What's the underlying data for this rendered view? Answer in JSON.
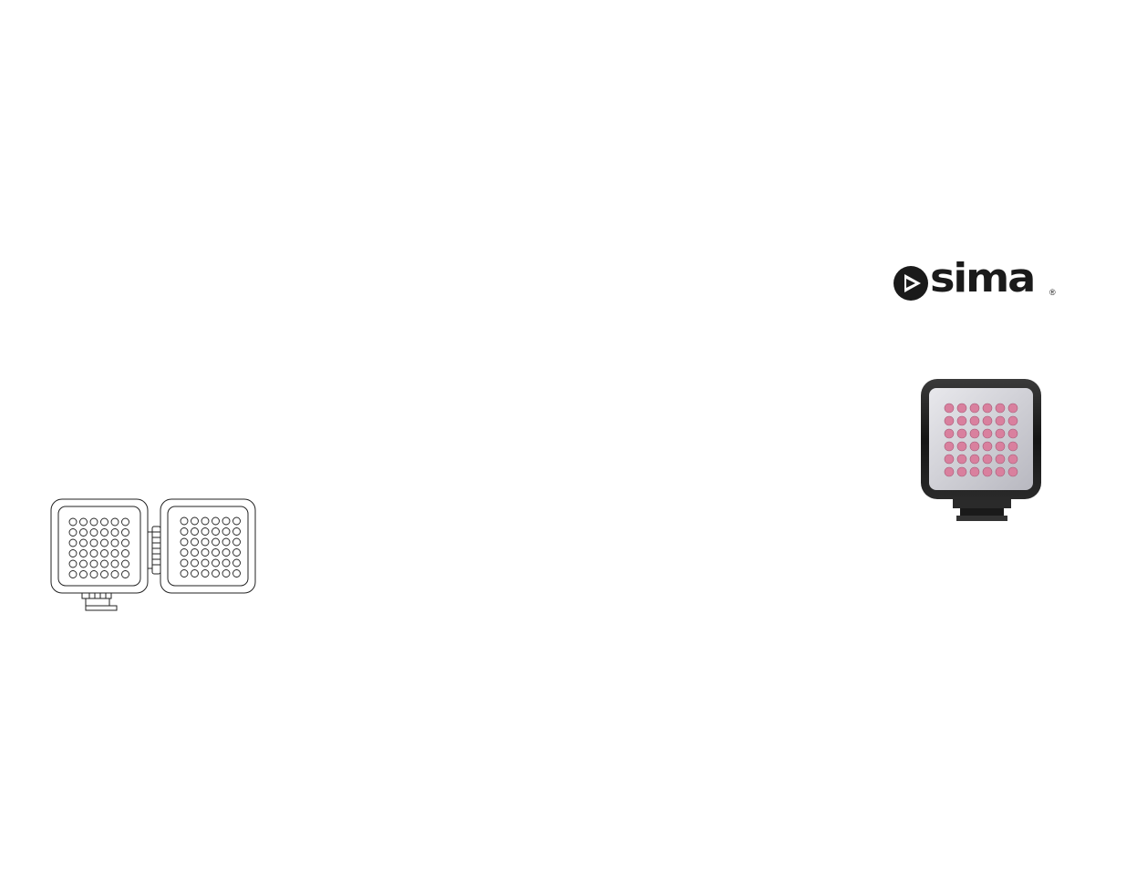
{
  "brand": {
    "name": "sima",
    "registered_mark": "®",
    "logo_color": "#1a1a1a"
  },
  "images": {
    "line_drawing": "dual-led-light-panels-line-drawing",
    "product_photo": "led-video-light-product-photo"
  },
  "colors": {
    "background": "#ffffff",
    "led_pink": "#d9809e",
    "housing": "#1c1c1c"
  }
}
